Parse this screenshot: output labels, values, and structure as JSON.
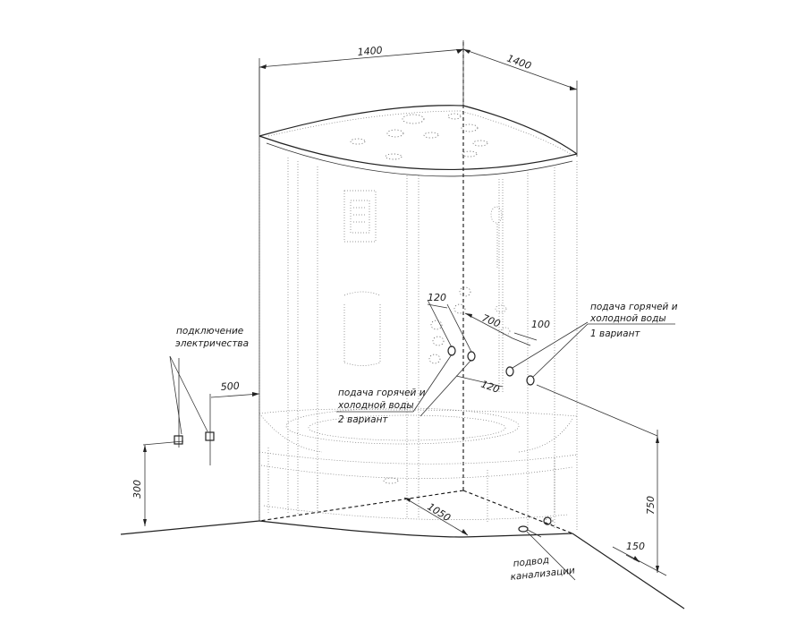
{
  "dimensions": {
    "top_width": "1400",
    "top_depth": "1400",
    "electric_offset": "500",
    "electric_height": "300",
    "valve_spacing_a": "120",
    "valve_spacing_b": "120",
    "valve_height": "700",
    "valve_gap": "100",
    "diagonal": "1050",
    "drain_offset": "150",
    "valve_elevation": "750"
  },
  "labels": {
    "electric": [
      "подключение",
      "электричества"
    ],
    "water_v1": [
      "подача горячей и",
      "холодной воды",
      "1 вариант"
    ],
    "water_v2": [
      "подача горячей и",
      "холодной воды",
      "2 вариант"
    ],
    "drain": [
      "подвод",
      "канализации"
    ]
  },
  "colors": {
    "line": "#222222",
    "background": "#ffffff"
  }
}
